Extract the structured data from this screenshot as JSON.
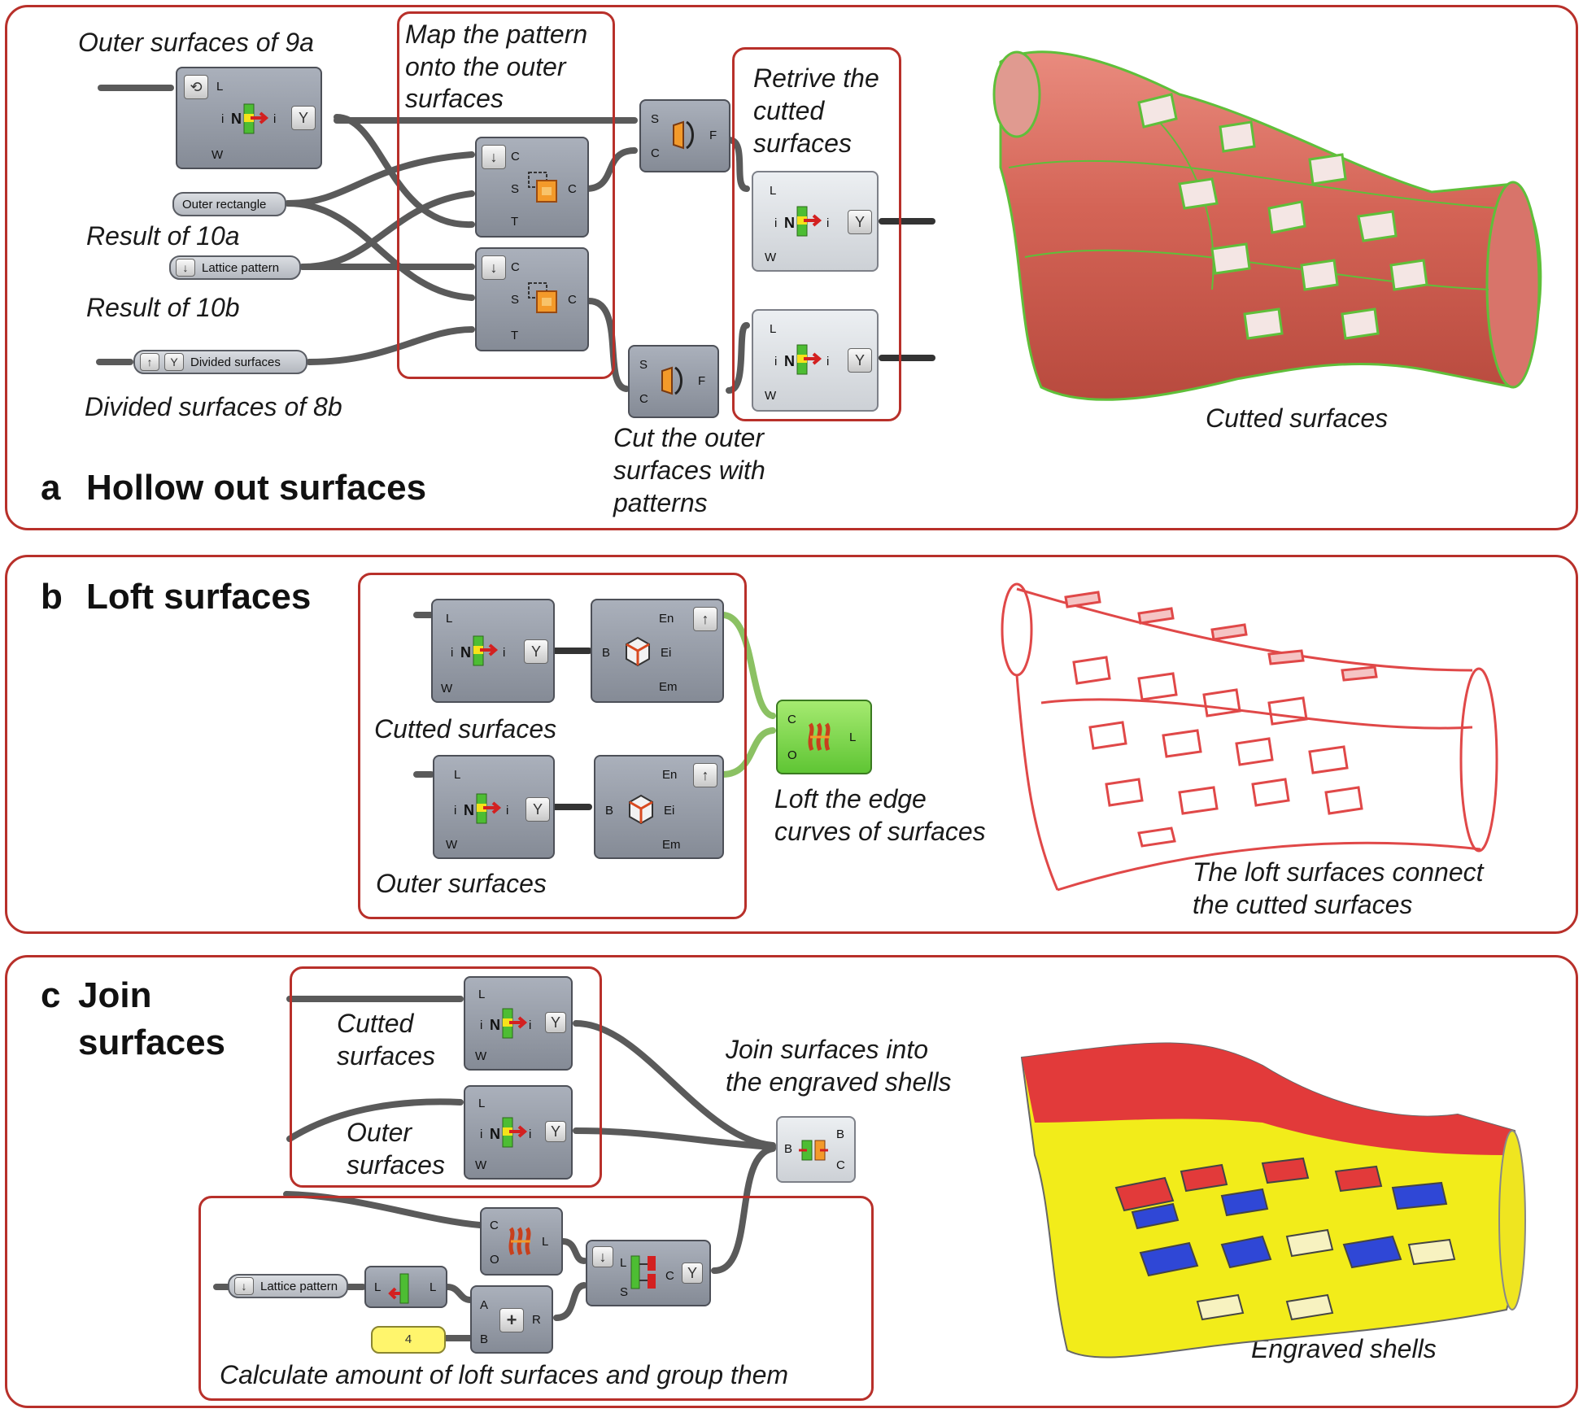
{
  "panel_a": {
    "letter": "a",
    "title": "Hollow out surfaces",
    "labels": {
      "outer_surfaces_9a": "Outer surfaces of 9a",
      "map_pattern_l1": "Map the pattern",
      "map_pattern_l2": "onto the outer",
      "map_pattern_l3": "surfaces",
      "retrive_l1": "Retrive the",
      "retrive_l2": "cutted",
      "retrive_l3": "surfaces",
      "result_10a": "Result of 10a",
      "result_10b": "Result of 10b",
      "divided_8b": "Divided surfaces of 8b",
      "cut_l1": "Cut the outer",
      "cut_l2": "surfaces with",
      "cut_l3": "patterns",
      "cutted_surfaces": "Cutted surfaces"
    },
    "params": {
      "outer_rectangle": "Outer rectangle",
      "lattice_pattern": "Lattice pattern",
      "divided_surfaces": "Divided surfaces"
    }
  },
  "panel_b": {
    "letter": "b",
    "title": "Loft surfaces",
    "labels": {
      "cutted_surfaces": "Cutted surfaces",
      "outer_surfaces": "Outer surfaces",
      "loft_l1": "Loft the edge",
      "loft_l2": "curves of surfaces",
      "connect_l1": "The loft surfaces connect",
      "connect_l2": "the cutted surfaces"
    }
  },
  "panel_c": {
    "letter": "c",
    "title_l1": "Join",
    "title_l2": "surfaces",
    "labels": {
      "cutted_l1": "Cutted",
      "cutted_l2": "surfaces",
      "outer_l1": "Outer",
      "outer_l2": "surfaces",
      "join_l1": "Join surfaces into",
      "join_l2": "the engraved shells",
      "calc": "Calculate amount of loft surfaces and group them",
      "engraved": "Engraved shells"
    },
    "params": {
      "lattice_pattern": "Lattice pattern",
      "slider_value": "4"
    }
  },
  "pins": {
    "L": "L",
    "i": "i",
    "N": "N",
    "W": "W",
    "C": "C",
    "S": "S",
    "T": "T",
    "F": "F",
    "B": "B",
    "En": "En",
    "Ei": "Ei",
    "Em": "Em",
    "O": "O",
    "A": "A",
    "R": "R"
  },
  "colors": {
    "frame": "#b8302a",
    "shell_red": "#d96a5e",
    "outline_green": "#5fbf3a",
    "loft_red": "#e04848",
    "shell_yellow": "#f2ec1a",
    "shell_blue": "#2f47d6"
  }
}
